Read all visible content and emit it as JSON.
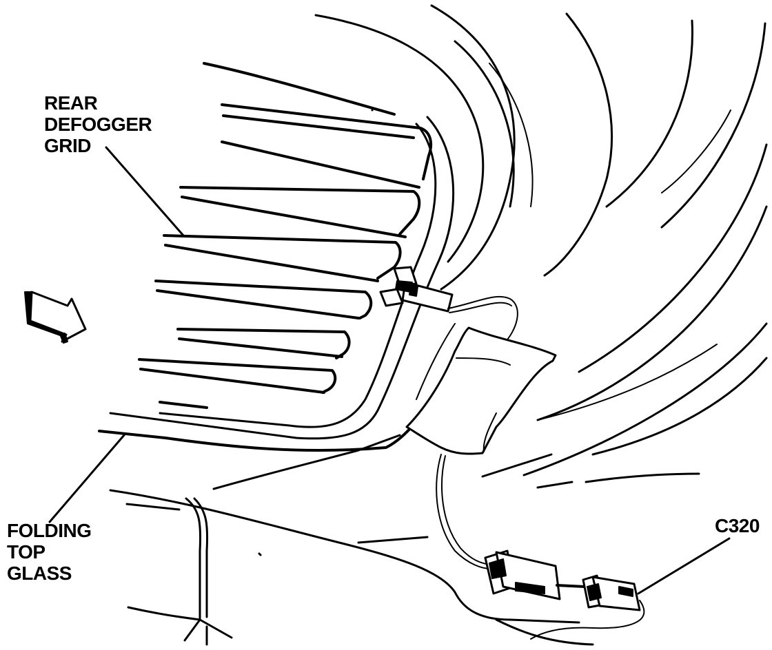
{
  "labels": {
    "defogger_grid": [
      "REAR",
      "DEFOGGER",
      "GRID"
    ],
    "folding_top_glass": [
      "FOLDING",
      "TOP",
      "GLASS"
    ],
    "connector": "C320"
  },
  "icons": {
    "direction_arrow": "arrow-right-icon"
  },
  "colors": {
    "ink": "#000000",
    "background": "#ffffff"
  }
}
